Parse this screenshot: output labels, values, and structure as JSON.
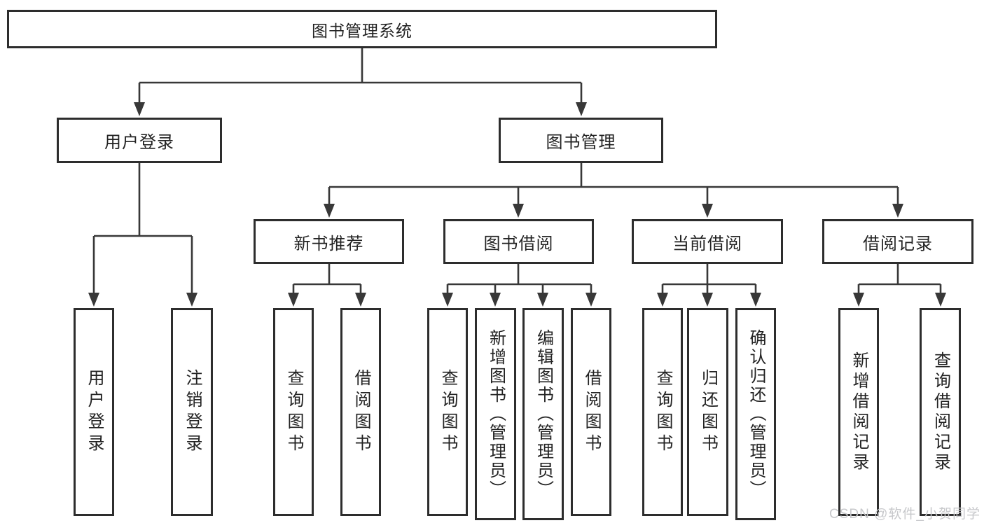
{
  "tree": {
    "root": {
      "label": "图书管理系统"
    },
    "children": [
      {
        "label": "用户登录",
        "children": [
          {
            "label": "用户登录"
          },
          {
            "label": "注销登录"
          }
        ]
      },
      {
        "label": "图书管理",
        "children": [
          {
            "label": "新书推荐",
            "children": [
              {
                "label": "查询图书"
              },
              {
                "label": "借阅图书"
              }
            ]
          },
          {
            "label": "图书借阅",
            "children": [
              {
                "label": "查询图书"
              },
              {
                "label": "新增图书（管理员）"
              },
              {
                "label": "编辑图书（管理员）"
              },
              {
                "label": "借阅图书"
              }
            ]
          },
          {
            "label": "当前借阅",
            "children": [
              {
                "label": "查询图书"
              },
              {
                "label": "归还图书"
              },
              {
                "label": "确认归还（管理员）"
              }
            ]
          },
          {
            "label": "借阅记录",
            "children": [
              {
                "label": "新增借阅记录"
              },
              {
                "label": "查询借阅记录"
              }
            ]
          }
        ]
      }
    ]
  },
  "watermark": {
    "text": "CSDN @软件_小贺同学",
    "color": "#c7c8cb"
  },
  "colors": {
    "line": "#383838",
    "box_border": "#2d2d2d",
    "text": "#222222",
    "background": "#ffffff"
  }
}
